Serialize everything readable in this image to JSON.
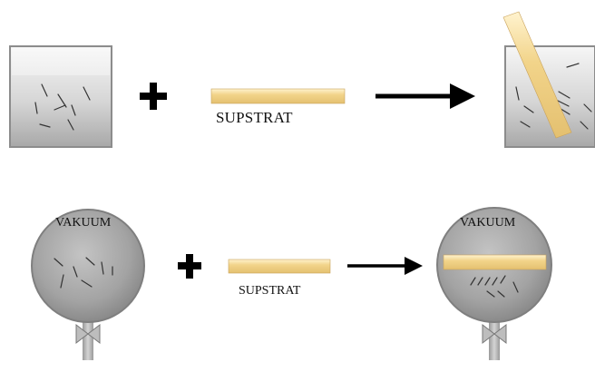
{
  "labels": {
    "substrate_top": "SUPSTRAT",
    "substrate_bottom": "SUPSTRAT",
    "vacuum_left": "VAKUUM",
    "vacuum_right": "VAKUUM"
  },
  "colors": {
    "substrate": "#f3d58d",
    "container_edge": "#8c8c8c",
    "liquid_top": "#f4f4f4",
    "liquid_bottom": "#b3b3b3",
    "sphere_fill": "#a9a9a9",
    "arrow": "#000000"
  },
  "icons": {
    "plus": "plus-icon",
    "arrow": "arrow-right-icon",
    "valve": "valve-icon"
  }
}
